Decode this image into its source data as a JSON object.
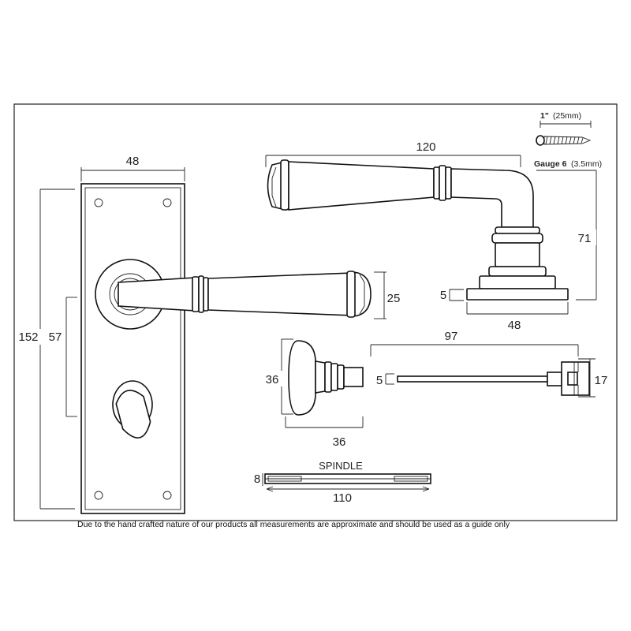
{
  "screw": {
    "length_label": "1\"",
    "length_mm": "(25mm)",
    "gauge_label": "Gauge 6",
    "gauge_mm": "(3.5mm)"
  },
  "backplate": {
    "width": "48",
    "height": "152",
    "centre": "57"
  },
  "lever": {
    "length": "120",
    "projection": "71",
    "rose_width": "48",
    "rose_thickness": "5",
    "grip": "25"
  },
  "thumbturn": {
    "height": "36",
    "length": "36"
  },
  "release": {
    "length": "97",
    "thickness": "5",
    "height": "17"
  },
  "spindle": {
    "title": "SPINDLE",
    "section": "8",
    "length": "110"
  },
  "footer": {
    "note": "Due to the hand crafted nature of our products all measurements are approximate and should be used as a guide only"
  }
}
